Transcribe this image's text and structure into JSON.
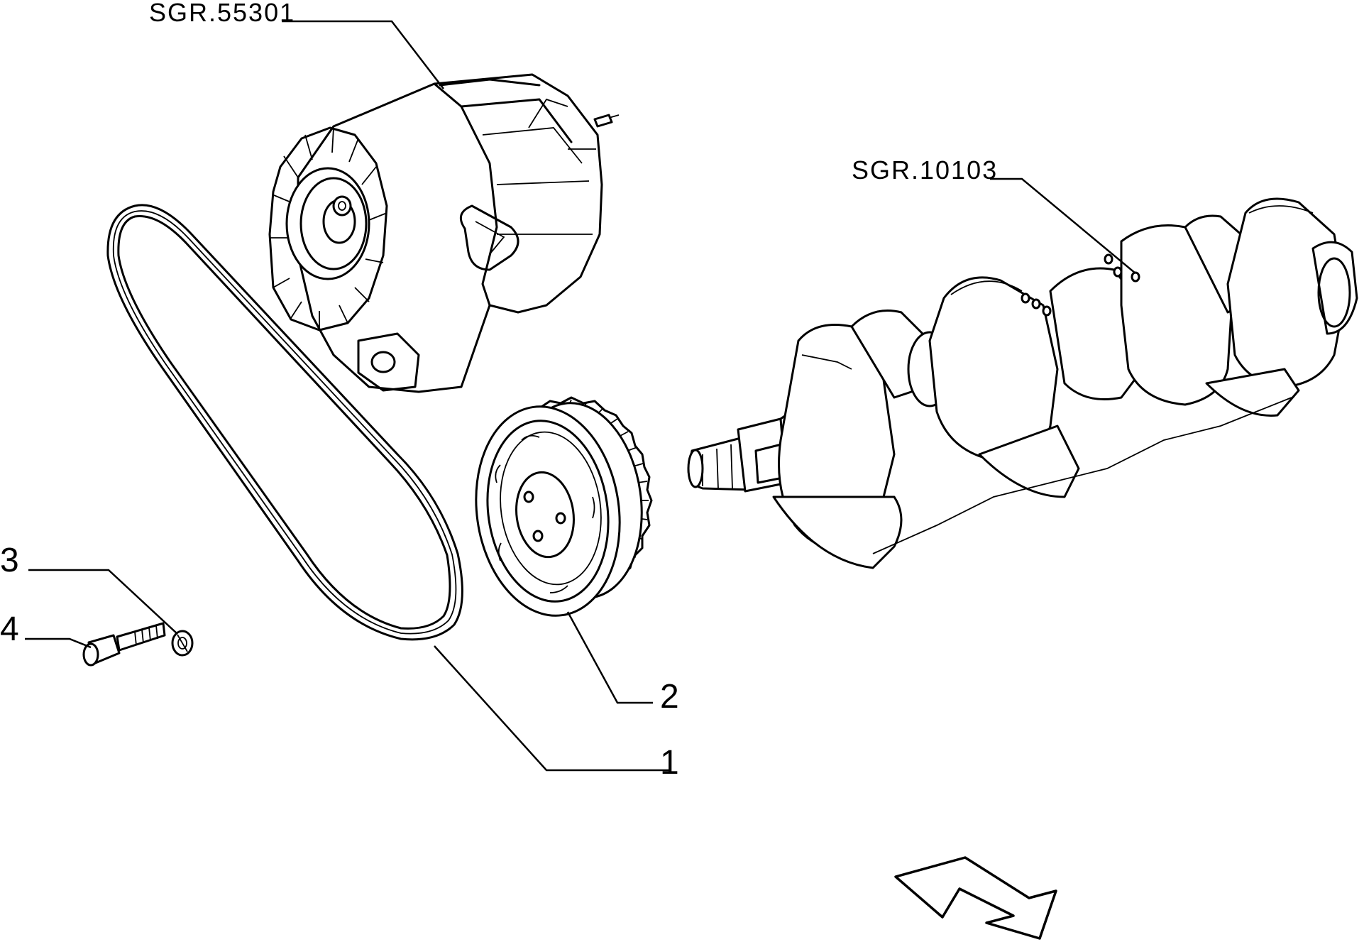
{
  "labels": {
    "alternator_ref": "SGR.55301",
    "crankshaft_ref": "SGR.10103",
    "item_1": "1",
    "item_2": "2",
    "item_3": "3",
    "item_4": "4"
  }
}
